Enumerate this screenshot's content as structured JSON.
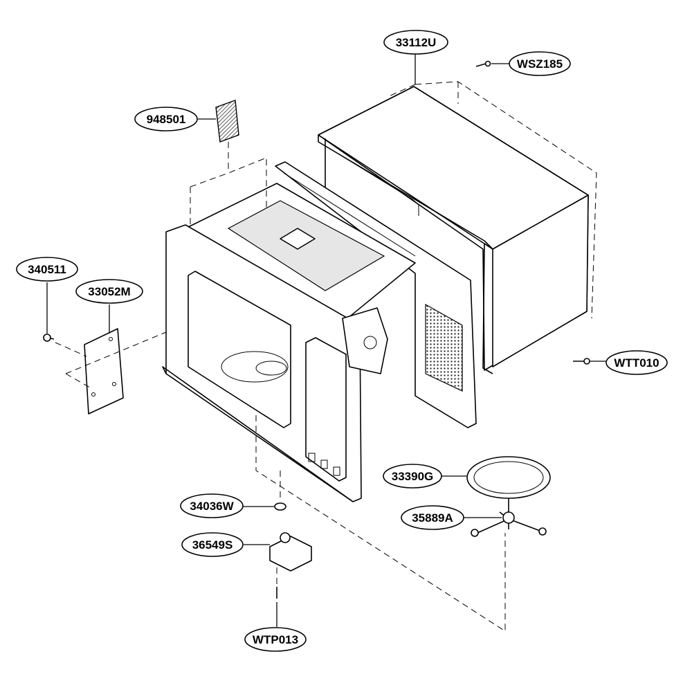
{
  "parts": [
    {
      "id": "p1",
      "label": "33112U"
    },
    {
      "id": "p2",
      "label": "WSZ185"
    },
    {
      "id": "p3",
      "label": "948501"
    },
    {
      "id": "p4",
      "label": "340511"
    },
    {
      "id": "p5",
      "label": "33052M"
    },
    {
      "id": "p6",
      "label": "WTT010"
    },
    {
      "id": "p7",
      "label": "33390G"
    },
    {
      "id": "p8",
      "label": "35889A"
    },
    {
      "id": "p9",
      "label": "34036W"
    },
    {
      "id": "p10",
      "label": "36549S"
    },
    {
      "id": "p11",
      "label": "WTP013"
    }
  ]
}
